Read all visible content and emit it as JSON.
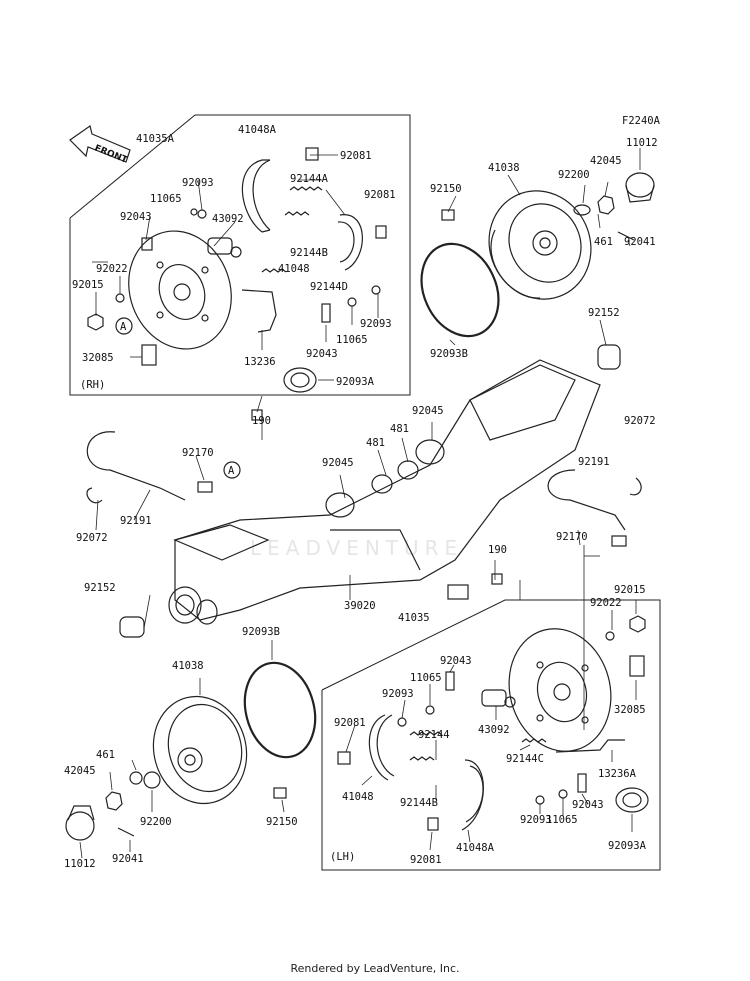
{
  "diagram_code": "F2240A",
  "front_label": "FRONT",
  "watermark": "LEADVENTURE",
  "footer": "Rendered by LeadVenture, Inc.",
  "groups": {
    "rh": "(RH)",
    "lh": "(LH)"
  },
  "callouts": {
    "a1": "A",
    "a2": "A"
  },
  "parts": {
    "p41035A": "41035A",
    "p41048A_t": "41048A",
    "p92081_t": "92081",
    "p92093_t": "92093",
    "p11065_t": "11065",
    "p92043_t": "92043",
    "p43092_t": "43092",
    "p92144A": "92144A",
    "p92081_t2": "92081",
    "p92144B_t": "92144B",
    "p41048_t": "41048",
    "p92144D": "92144D",
    "p92022_t": "92022",
    "p92015_t": "92015",
    "p92093_t2": "92093",
    "p11065_t2": "11065",
    "p92043_t2": "92043",
    "p32085_t": "32085",
    "p13236": "13236",
    "p92093A_t": "92093A",
    "p41038_t": "41038",
    "p92150_t": "92150",
    "p92200_t": "92200",
    "p42045_t": "42045",
    "p11012_t": "11012",
    "p461_t": "461",
    "p92041_t": "92041",
    "p92093B_t": "92093B",
    "p92152_t": "92152",
    "p190_t": "190",
    "p92045_t": "92045",
    "p481_t": "481",
    "p481_t2": "481",
    "p92045_m": "92045",
    "p92170_t": "92170",
    "p92191_t": "92191",
    "p92072_t": "92072",
    "p92072_r": "92072",
    "p92191_r": "92191",
    "p92170_r": "92170",
    "p92152_b": "92152",
    "p39020": "39020",
    "p190_m": "190",
    "p41035": "41035",
    "p92015_b": "92015",
    "p92022_b": "92022",
    "p92093B_b": "92093B",
    "p41038_b": "41038",
    "p92043_b": "92043",
    "p11065_b": "11065",
    "p92093_b": "92093",
    "p92081_b": "92081",
    "p43092_b": "43092",
    "p92144": "92144",
    "p32085_b": "32085",
    "p41048_b": "41048",
    "p92144C": "92144C",
    "p13236A": "13236A",
    "p92144B_b": "92144B",
    "p92093_b2": "92093",
    "p11065_b2": "11065",
    "p92043_b2": "92043",
    "p92093A_b": "92093A",
    "p461_b": "461",
    "p42045_b": "42045",
    "p92200_b": "92200",
    "p92150_b": "92150",
    "p92081_b2": "92081",
    "p41048A_b": "41048A",
    "p11012_b": "11012",
    "p92041_b": "92041"
  }
}
